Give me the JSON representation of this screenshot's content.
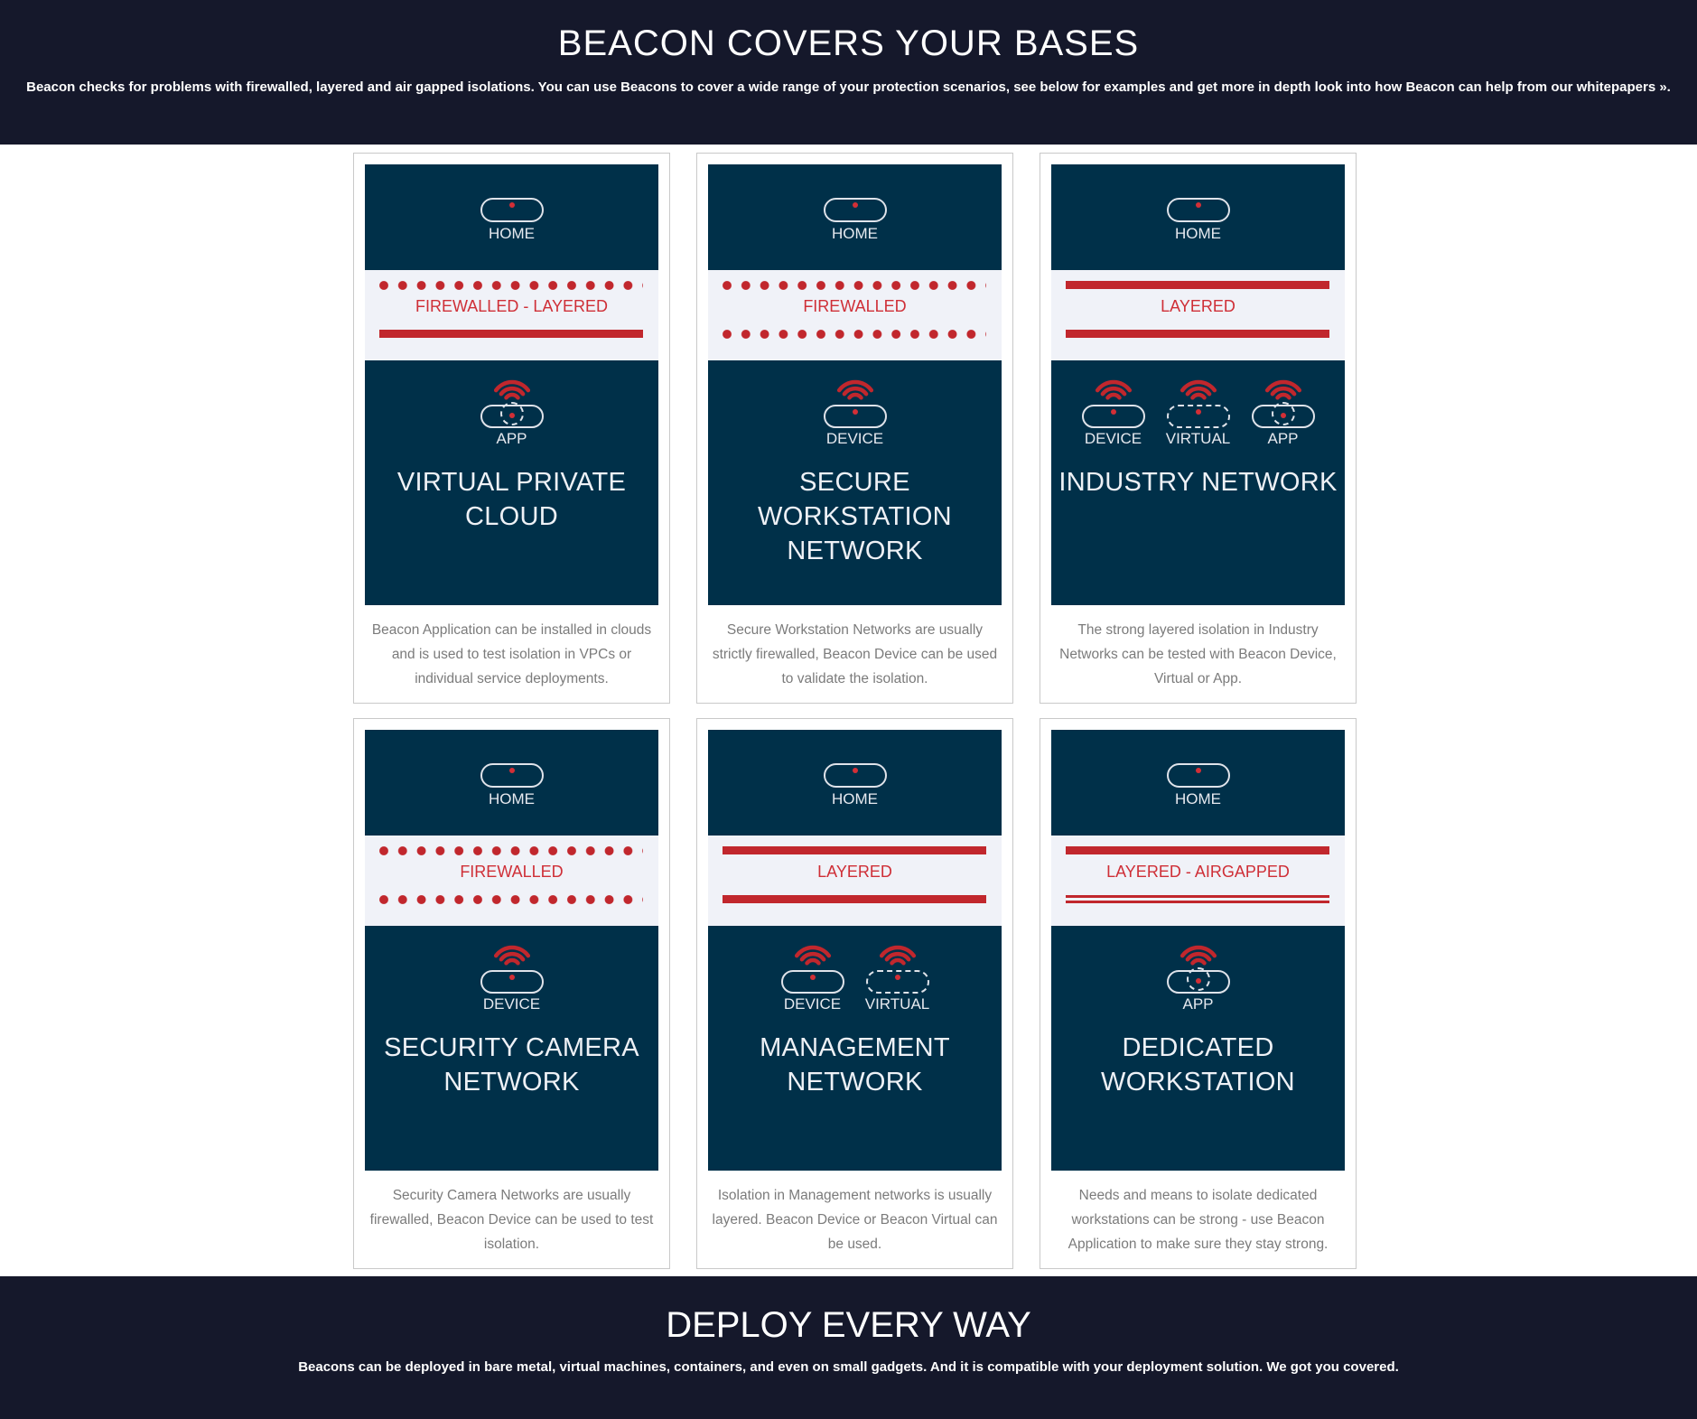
{
  "hero": {
    "title": "BEACON COVERS YOUR BASES",
    "subtitle": "Beacon checks for problems with firewalled, layered and air gapped isolations. You can use Beacons to cover a wide range of your protection scenarios, see below for examples and get more in depth look into how Beacon can help from our whitepapers »."
  },
  "colors": {
    "navy": "#15182b",
    "card_blue": "#003049",
    "band_bg": "#f0f2f8",
    "accent_red": "#c1272d"
  },
  "home_label": "HOME",
  "cards": [
    {
      "isolation": "FIREWALLED - LAYERED",
      "beacons": [
        "APP"
      ],
      "title_lines": [
        "VIRTUAL PRIVATE",
        "CLOUD"
      ],
      "description": "Beacon Application can be installed in clouds and is used to test isolation in VPCs or individual service deployments."
    },
    {
      "isolation": "FIREWALLED",
      "beacons": [
        "DEVICE"
      ],
      "title_lines": [
        "SECURE",
        "WORKSTATION",
        "NETWORK"
      ],
      "description": "Secure Workstation Networks are usually strictly firewalled, Beacon Device can be used to validate the isolation."
    },
    {
      "isolation": "LAYERED",
      "beacons": [
        "DEVICE",
        "VIRTUAL",
        "APP"
      ],
      "title_lines": [
        "INDUSTRY NETWORK"
      ],
      "description": "The strong layered isolation in Industry Networks can be tested with Beacon Device, Virtual or App."
    },
    {
      "isolation": "FIREWALLED",
      "beacons": [
        "DEVICE"
      ],
      "title_lines": [
        "SECURITY CAMERA",
        "NETWORK"
      ],
      "description": "Security Camera Networks are usually firewalled, Beacon Device can be used to test isolation."
    },
    {
      "isolation": "LAYERED",
      "beacons": [
        "DEVICE",
        "VIRTUAL"
      ],
      "title_lines": [
        "MANAGEMENT",
        "NETWORK"
      ],
      "description": "Isolation in Management networks is usually layered. Beacon Device or Beacon Virtual can be used."
    },
    {
      "isolation": "LAYERED - AIRGAPPED",
      "beacons": [
        "APP"
      ],
      "title_lines": [
        "DEDICATED",
        "WORKSTATION"
      ],
      "description": "Needs and means to isolate dedicated workstations can be strong - use Beacon Application to make sure they stay strong."
    }
  ],
  "footer": {
    "title": "DEPLOY EVERY WAY",
    "subtitle": "Beacons can be deployed in bare metal, virtual machines, containers, and even on small gadgets. And it is compatible with your deployment solution. We got you covered."
  }
}
